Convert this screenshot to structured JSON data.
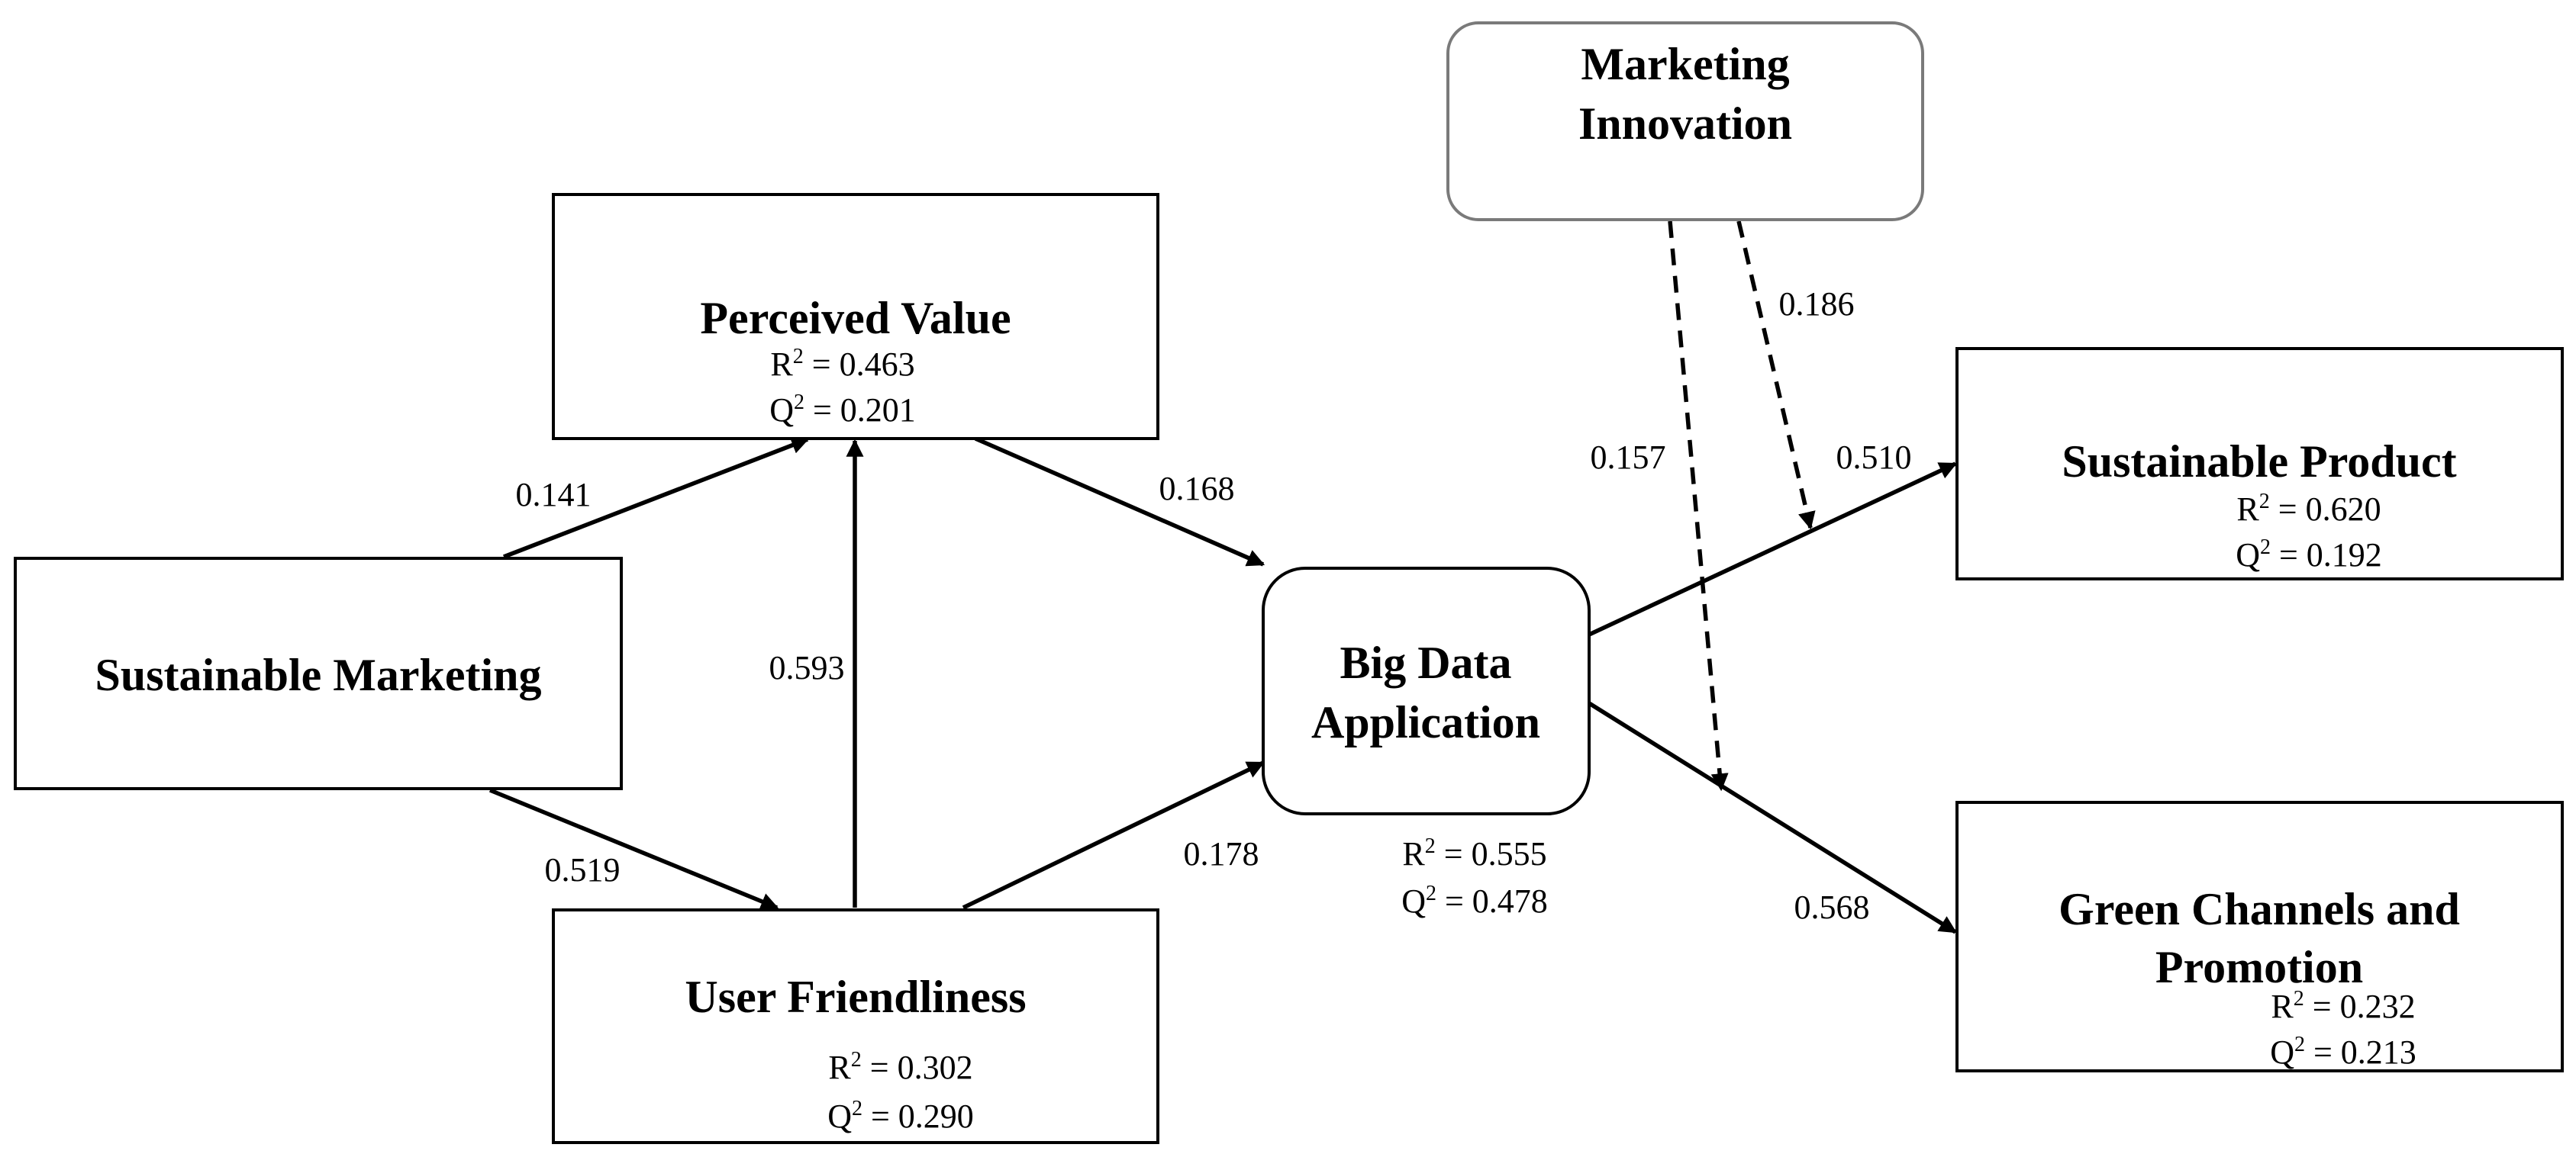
{
  "nodes": {
    "sustainable_marketing": {
      "title_lines": [
        "Sustainable Marketing"
      ]
    },
    "perceived_value": {
      "title_lines": [
        "Perceived Value"
      ],
      "r2": "0.463",
      "q2": "0.201"
    },
    "user_friendliness": {
      "title_lines": [
        "User Friendliness"
      ],
      "r2": "0.302",
      "q2": "0.290"
    },
    "big_data_application": {
      "title_lines": [
        "Big Data",
        "Application"
      ],
      "r2": "0.555",
      "q2": "0.478"
    },
    "marketing_innovation": {
      "title_lines": [
        "Marketing",
        "Innovation"
      ]
    },
    "sustainable_product": {
      "title_lines": [
        "Sustainable Product"
      ],
      "r2": "0.620",
      "q2": "0.192"
    },
    "green_channels_promotion": {
      "title_lines": [
        "Green Channels and",
        "Promotion"
      ],
      "r2": "0.232",
      "q2": "0.213"
    }
  },
  "stat_labels": {
    "r": "R",
    "q": "Q",
    "exponent": "2",
    "equals": " = "
  },
  "paths": [
    {
      "from": "Sustainable Marketing",
      "to": "Perceived Value",
      "coefficient": "0.141",
      "style": "solid"
    },
    {
      "from": "Sustainable Marketing",
      "to": "User Friendliness",
      "coefficient": "0.519",
      "style": "solid"
    },
    {
      "from": "User Friendliness",
      "to": "Perceived Value",
      "coefficient": "0.593",
      "style": "solid"
    },
    {
      "from": "Perceived Value",
      "to": "Big Data Application",
      "coefficient": "0.168",
      "style": "solid"
    },
    {
      "from": "User Friendliness",
      "to": "Big Data Application",
      "coefficient": "0.178",
      "style": "solid"
    },
    {
      "from": "Big Data Application",
      "to": "Sustainable Product",
      "coefficient": "0.510",
      "style": "solid"
    },
    {
      "from": "Big Data Application",
      "to": "Green Channels and Promotion",
      "coefficient": "0.568",
      "style": "solid"
    },
    {
      "from": "Marketing Innovation",
      "to": "Big Data Application → Sustainable Product",
      "coefficient": "0.186",
      "style": "dashed"
    },
    {
      "from": "Marketing Innovation",
      "to": "Big Data Application → Green Channels and Promotion",
      "coefficient": "0.157",
      "style": "dashed"
    }
  ],
  "colors": {
    "line": "#000000",
    "moderator_border": "#7a7a7a",
    "background": "#ffffff"
  }
}
